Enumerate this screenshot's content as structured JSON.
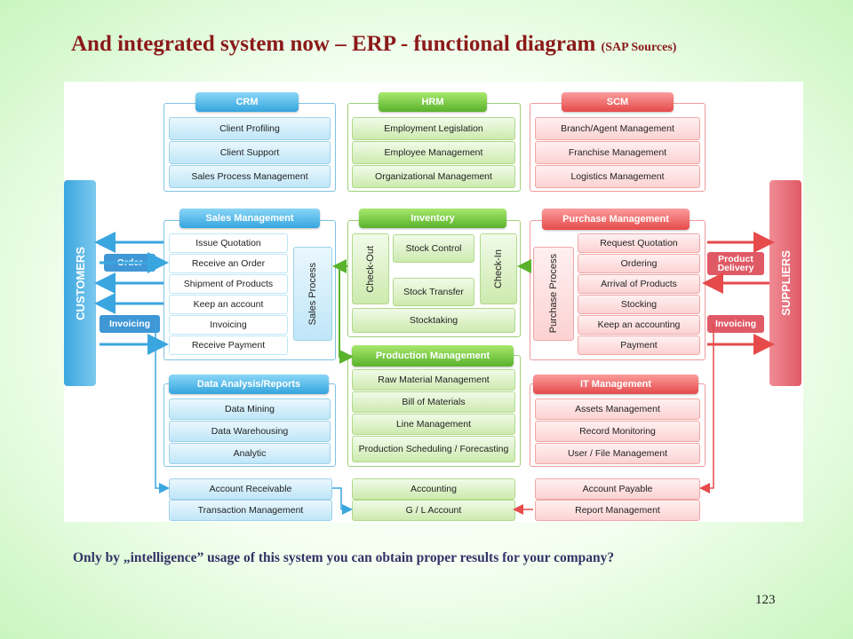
{
  "slide": {
    "title": "And integrated system now – ERP - functional diagram",
    "title_source": "(SAP Sources)",
    "caption": "Only by „intelligence” usage of this system you can obtain proper results for your company?",
    "page_number": "123"
  },
  "diagram": {
    "customers_label": "CUSTOMERS",
    "suppliers_label": "SUPPLIERS",
    "crm": {
      "header": "CRM",
      "items": [
        "Client Profiling",
        "Client Support",
        "Sales Process Management"
      ]
    },
    "hrm": {
      "header": "HRM",
      "items": [
        "Employment Legislation",
        "Employee Management",
        "Organizational Management"
      ]
    },
    "scm": {
      "header": "SCM",
      "items": [
        "Branch/Agent Management",
        "Franchise Management",
        "Logistics Management"
      ]
    },
    "sales": {
      "header": "Sales Management",
      "items": [
        "Issue Quotation",
        "Receive an Order",
        "Shipment of Products",
        "Keep an account",
        "Invoicing",
        "Receive Payment"
      ],
      "process": "Sales Process"
    },
    "inventory": {
      "header": "Inventory",
      "check_out": "Check-Out",
      "check_in": "Check-In",
      "stock_control": "Stock Control",
      "stock_transfer": "Stock Transfer",
      "stocktaking": "Stocktaking"
    },
    "purchase": {
      "header": "Purchase Management",
      "items": [
        "Request Quotation",
        "Ordering",
        "Arrival of Products",
        "Stocking",
        "Keep an accounting",
        "Payment"
      ],
      "process": "Purchase Process"
    },
    "data_analysis": {
      "header": "Data Analysis/Reports",
      "items": [
        "Data Mining",
        "Data Warehousing",
        "Analytic"
      ]
    },
    "production": {
      "header": "Production Management",
      "items": [
        "Raw Material Management",
        "Bill of Materials",
        "Line Management",
        "Production Scheduling / Forecasting"
      ]
    },
    "it": {
      "header": "IT Management",
      "items": [
        "Assets Management",
        "Record Monitoring",
        "User / File Management"
      ]
    },
    "accounting": {
      "left": [
        "Account Receivable",
        "Transaction Management"
      ],
      "middle": [
        "Accounting",
        "G / L Account"
      ],
      "right": [
        "Account Payable",
        "Report Management"
      ]
    },
    "tags": {
      "order": "Order",
      "invoicing_left": "Invoicing",
      "product_delivery": "Product Delivery",
      "invoicing_right": "Invoicing"
    }
  },
  "colors": {
    "title": "#8b1a1a",
    "caption": "#333366",
    "blue": "#35a5de",
    "green": "#59b22b",
    "red": "#e64a4a"
  }
}
